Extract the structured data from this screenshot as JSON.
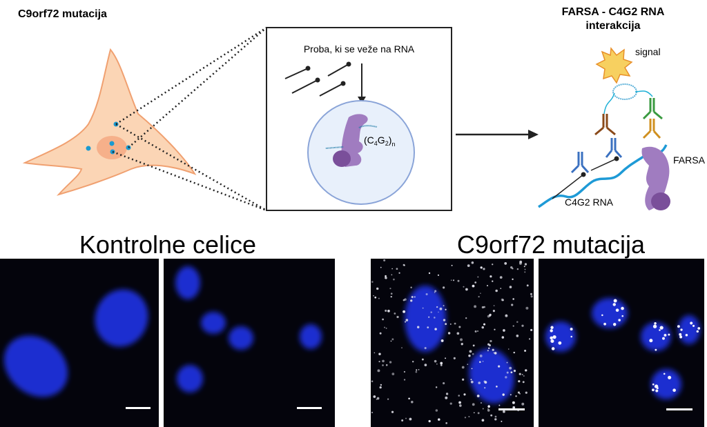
{
  "left_title": "C9orf72 mutacija",
  "probe_box": {
    "label": "Proba, ki se veže na RNA",
    "repeat_label_base": "(C",
    "repeat_sub1": "4",
    "repeat_mid": "G",
    "repeat_sub2": "2",
    "repeat_end": ")",
    "repeat_sub_n": "n"
  },
  "right_title": {
    "line1": "FARSA - C4G2 RNA",
    "line2": "interakcija"
  },
  "right_labels": {
    "signal": "signal",
    "farsa": "FARSA",
    "rna": "C4G2 RNA"
  },
  "bottom": {
    "control_title": "Kontrolne celice",
    "mutation_title": "C9orf72 mutacija"
  },
  "colors": {
    "cell_fill": "#fbd5b5",
    "cell_stroke": "#f0a070",
    "nucleus_blue": "#1f2fd0",
    "protein_purple": "#a07cc0",
    "rna_blue": "#1e9ad6",
    "star_yellow": "#f7d060"
  }
}
